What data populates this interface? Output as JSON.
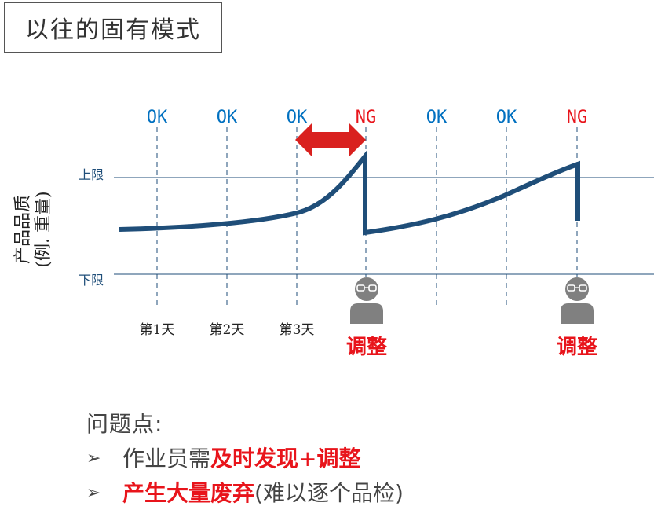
{
  "title": "以往的固有模式",
  "y_axis_label": [
    "产品品质",
    "(例. 重量)"
  ],
  "limits": {
    "upper": "上限",
    "lower": "下限"
  },
  "checks": [
    "OK",
    "OK",
    "OK",
    "NG",
    "OK",
    "OK",
    "NG"
  ],
  "days": [
    "第1天",
    "第2天",
    "第3天"
  ],
  "adjust_label": "调整",
  "problems": {
    "heading": "问题点:",
    "items": [
      {
        "bullet": "➢",
        "prefix": "作业员需",
        "highlight": "及时发现",
        "plus": "+",
        "highlight2": "调整",
        "suffix": ""
      },
      {
        "bullet": "➢",
        "prefix": "",
        "highlight": "产生大量废弃",
        "plus": "",
        "highlight2": "",
        "suffix": "(难以逐个品检)"
      }
    ]
  },
  "colors": {
    "ok": "#0070c0",
    "ng": "#e8141b",
    "curve": "#1f4e79",
    "arrow": "#d9211f",
    "person": "#808080"
  }
}
